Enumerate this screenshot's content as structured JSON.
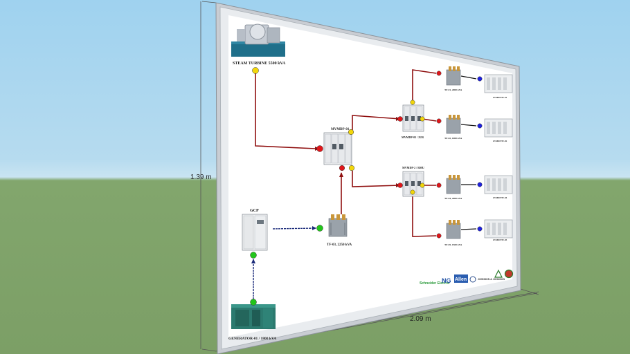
{
  "dimensions": {
    "height": "1.39 m",
    "width": "2.09 m"
  },
  "labels": {
    "steam_turbine": "STEAM TURBINE 5500 kVA",
    "generator": "GENERATOR-01 / 1800 kVA",
    "gcp": "GCP",
    "mvmdp_01": "MVMDP-01",
    "tf_03": "TF-03, 2250 kVA",
    "mvmdp_03": "MVMDP-03 / 2UR",
    "mvmdp_2": "MVMDP-2 / RMU",
    "tf_01": "TF-01, 2000 kVA",
    "tf_02": "TF-02, 1000 kVA",
    "tf_04": "TF-04, 2000 kVA",
    "tf_05": "TF-05, 1500 kVA",
    "lvmdp_1": "LVMDP TF-01",
    "lvmdp_2": "LVMDP TF-02",
    "lvmdp_3": "LVMDP TF-04",
    "lvmdp_4": "LVMDP TF-05"
  },
  "logos": {
    "schneider": "Schneider Electric",
    "ng": "NG",
    "allen": "Allen",
    "jj": "JOHNSON & JOHNSON"
  },
  "colors": {
    "red_indicator": "#e0161a",
    "yellow_indicator": "#f2d60a",
    "green_indicator": "#22c51a",
    "blue_indicator": "#1f22e0",
    "red_line": "#8f0f0f",
    "blue_line": "#1b2b7a"
  }
}
